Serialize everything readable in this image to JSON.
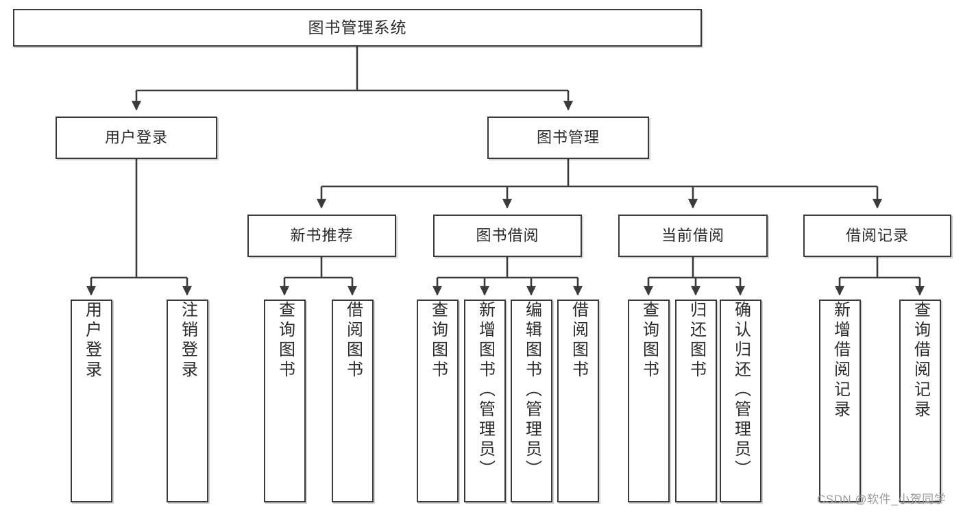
{
  "diagram": {
    "type": "tree-hierarchy-diagram",
    "title": "图书管理系统",
    "colors": {
      "box_border": "#3a3a3a",
      "box_fill": "#ffffff",
      "edge": "#3a3a3a",
      "text": "#2b2b2b",
      "watermark": "#9a9a9a",
      "background": "#ffffff"
    },
    "root": {
      "label": "图书管理系统"
    },
    "level2": [
      {
        "label": "用户登录"
      },
      {
        "label": "图书管理"
      }
    ],
    "level3": [
      {
        "label": "新书推荐"
      },
      {
        "label": "图书借阅"
      },
      {
        "label": "当前借阅"
      },
      {
        "label": "借阅记录"
      }
    ],
    "leaves": {
      "user_login": [
        {
          "label": "用户登录"
        },
        {
          "label": "注销登录"
        }
      ],
      "new_book_recommend": [
        {
          "label": "查询图书"
        },
        {
          "label": "借阅图书"
        }
      ],
      "book_borrow": [
        {
          "label": "查询图书"
        },
        {
          "label": "新增图书（管理员）"
        },
        {
          "label": "编辑图书（管理员）"
        },
        {
          "label": "借阅图书"
        }
      ],
      "current_borrow": [
        {
          "label": "查询图书"
        },
        {
          "label": "归还图书"
        },
        {
          "label": "确认归还（管理员）"
        }
      ],
      "borrow_record": [
        {
          "label": "新增借阅记录"
        },
        {
          "label": "查询借阅记录"
        }
      ]
    }
  },
  "watermark": {
    "text": "CSDN @软件_小贺同学"
  }
}
